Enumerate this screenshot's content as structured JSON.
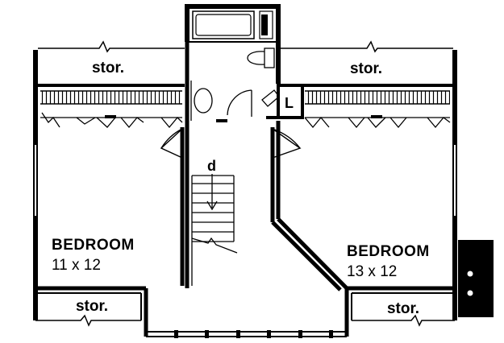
{
  "plan": {
    "rooms": [
      {
        "id": "bedroom-left",
        "name": "BEDROOM",
        "size": "11 x 12"
      },
      {
        "id": "bedroom-right",
        "name": "BEDROOM",
        "size": "13 x 12"
      }
    ],
    "storage": [
      "stor.",
      "stor.",
      "stor.",
      "stor."
    ],
    "stair_label": "d",
    "linen_label": "L"
  }
}
